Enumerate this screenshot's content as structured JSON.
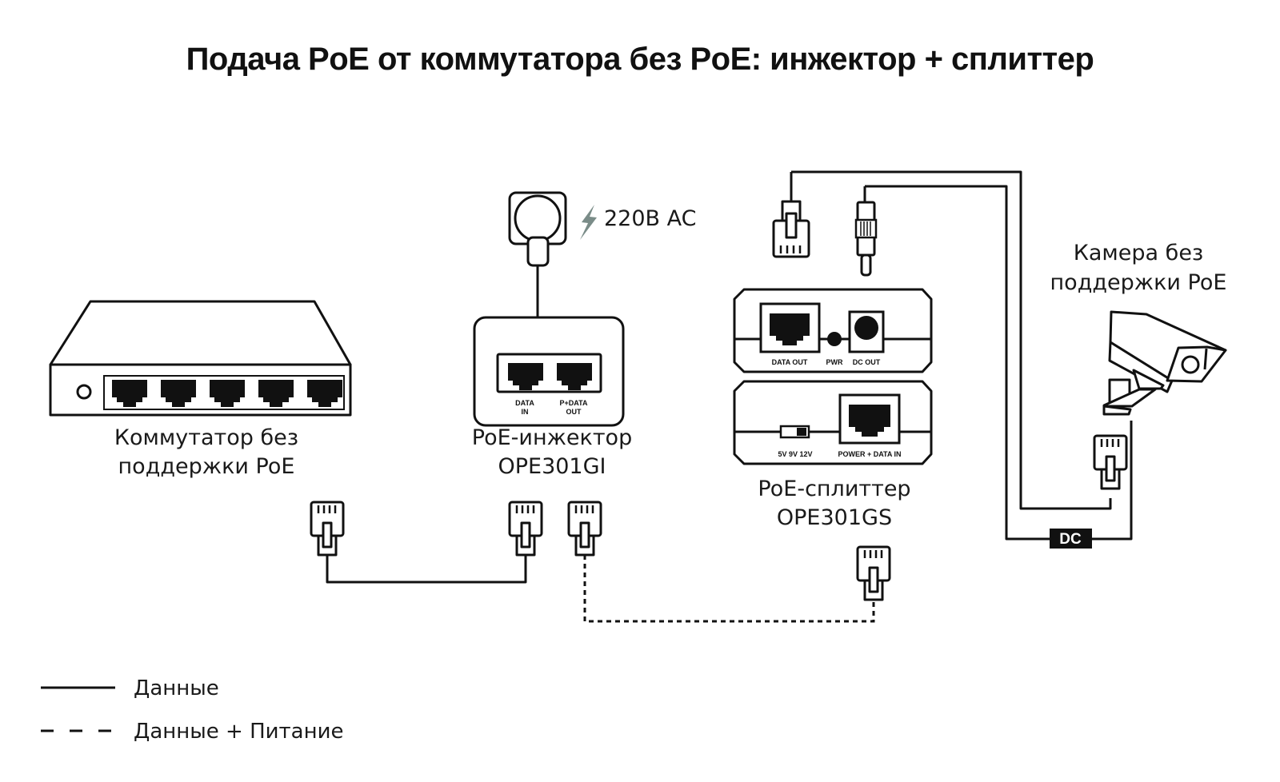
{
  "title": "Подача PoE от коммутатора без PoE: инжектор + сплиттер",
  "devices": {
    "switch": {
      "label_line1": "Коммутатор без",
      "label_line2": "поддержки PoE",
      "ports": 5
    },
    "injector": {
      "label_line1": "PoE-инжектор",
      "label_line2": "OPE301GI",
      "port_labels": [
        {
          "line1": "DATA",
          "line2": "IN"
        },
        {
          "line1": "P+DATA",
          "line2": "OUT"
        }
      ]
    },
    "power_outlet": {
      "label": "220В AC",
      "icon": "lightning-bolt-icon",
      "icon_color": "#7a8c88"
    },
    "splitter": {
      "label_line1": "PoE-сплиттер",
      "label_line2": "OPE301GS",
      "top_panel_labels": [
        "DATA OUT",
        "PWR",
        "DC OUT"
      ],
      "bottom_panel_labels": [
        "5V 9V 12V",
        "POWER + DATA IN"
      ]
    },
    "camera": {
      "label_line1": "Камера без",
      "label_line2": "поддержки PoE"
    }
  },
  "cable_badge": "DC",
  "legend": [
    {
      "style": "solid",
      "label": "Данные"
    },
    {
      "style": "dashed",
      "label": "Данные + Питание"
    }
  ]
}
